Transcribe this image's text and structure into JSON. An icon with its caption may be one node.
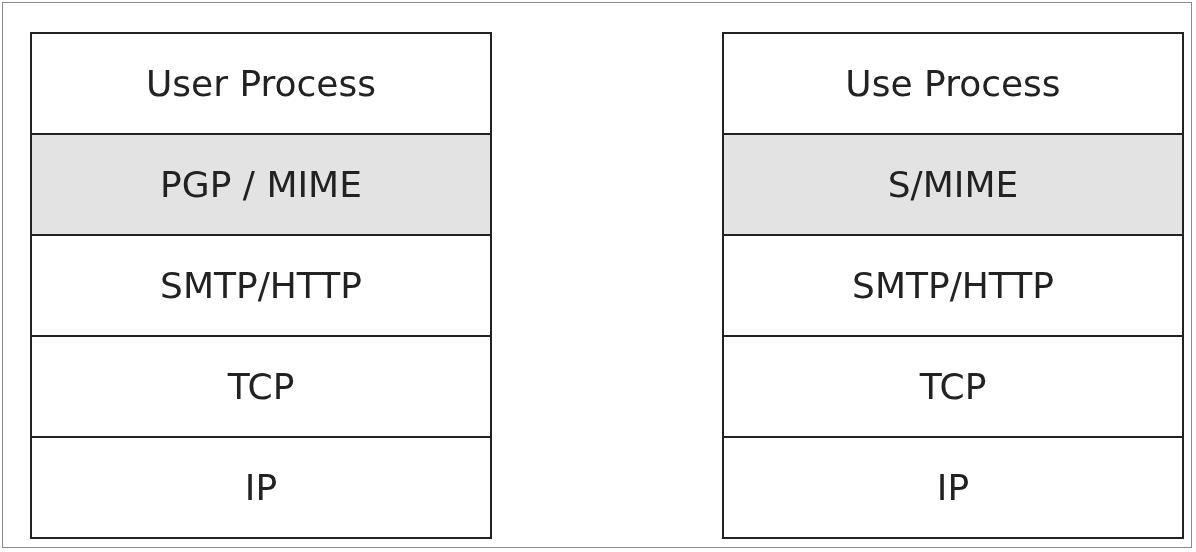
{
  "diagram": {
    "nodes": [
      {
        "text": [
          "User Process"
        ]
      },
      {
        "text": [
          "PGP / MIME"
        ]
      },
      {
        "text": [
          "SMTP/HTTP"
        ]
      },
      {
        "text": [
          "TCP"
        ]
      },
      {
        "text": [
          "IP"
        ]
      },
      {
        "text": [
          "Use Process"
        ]
      },
      {
        "text": [
          "S/MIME"
        ]
      },
      {
        "text": [
          "SMTP/HTTP"
        ]
      },
      {
        "text": [
          "TCP"
        ]
      },
      {
        "text": [
          "IP"
        ]
      }
    ],
    "edges": []
  }
}
